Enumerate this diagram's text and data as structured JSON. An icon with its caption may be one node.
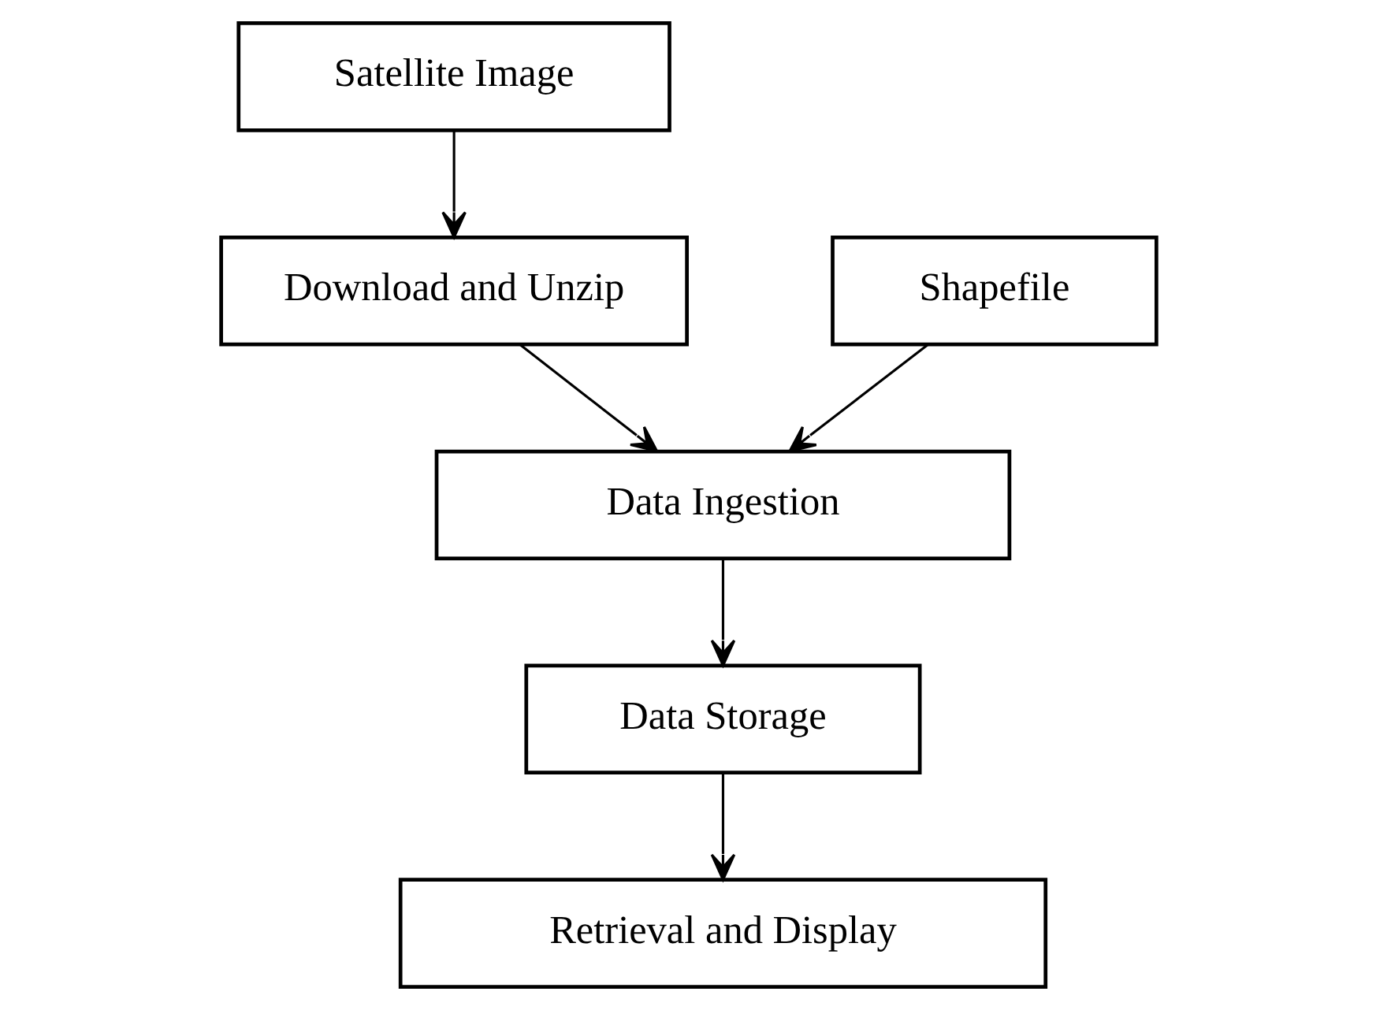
{
  "diagram": {
    "nodes": [
      {
        "text": [
          "Satellite Image"
        ]
      },
      {
        "text": [
          "Shapefile"
        ]
      },
      {
        "text": [
          "Download and Unzip"
        ]
      },
      {
        "text": [
          "Data Ingestion"
        ]
      },
      {
        "text": [
          "Data Storage"
        ]
      },
      {
        "text": [
          "Retrieval and Display"
        ]
      }
    ],
    "edges": [
      {
        "from": 0,
        "to": 2,
        "arrow": "to"
      },
      {
        "from": 1,
        "to": 3,
        "arrow": "to"
      },
      {
        "from": 2,
        "to": 3,
        "arrow": "to"
      },
      {
        "from": 3,
        "to": 4,
        "arrow": "to"
      },
      {
        "from": 4,
        "to": 5,
        "arrow": "to"
      }
    ]
  }
}
